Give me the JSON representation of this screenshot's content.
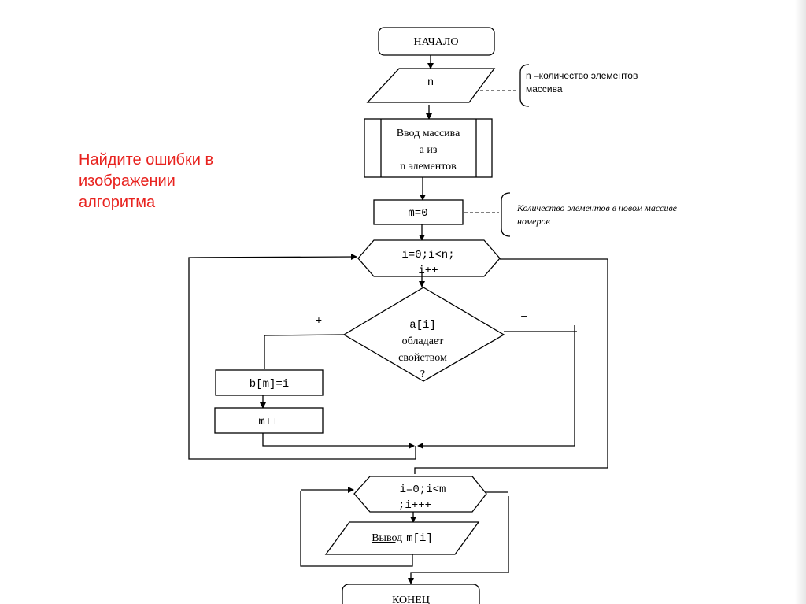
{
  "task": {
    "lines": [
      "Найдите ошибки в",
      "изображении",
      "алгоритма"
    ],
    "color": "#e8231f"
  },
  "flowchart": {
    "start": "НАЧАЛО",
    "input_n": "n",
    "note_n": [
      "n –количество элементов",
      "массива"
    ],
    "input_array": [
      "Ввод массива",
      "а из",
      "n элементов"
    ],
    "init_m": "m=0",
    "note_m": [
      "Количество элементов в новом массиве",
      "номеров"
    ],
    "loop1": [
      "i=0;i<n;",
      "i++"
    ],
    "condition": [
      "a[i]",
      "обладает",
      "свойством",
      "?"
    ],
    "yes_label": "+",
    "no_label": "–",
    "assign": "b[m]=i",
    "increment": "m++",
    "loop2": [
      "i=0;i<m",
      ";i+++"
    ],
    "output": {
      "word": "Вывод",
      "expr": "m[i]"
    },
    "end": "КОНЕЦ"
  }
}
